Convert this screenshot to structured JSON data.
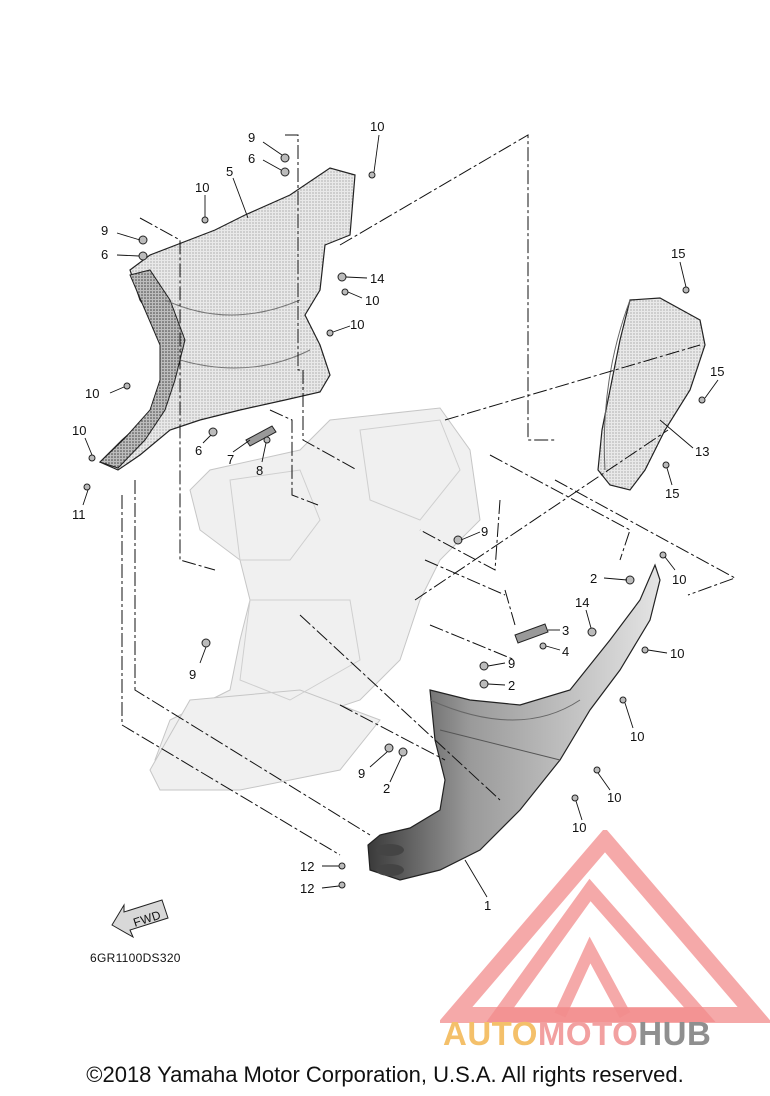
{
  "diagram": {
    "part_code": "6GR1100DS320",
    "fwd_label": "FWD",
    "callouts": [
      {
        "id": "c9a",
        "label": "9"
      },
      {
        "id": "c6a",
        "label": "6"
      },
      {
        "id": "c10a",
        "label": "10"
      },
      {
        "id": "c10b",
        "label": "10"
      },
      {
        "id": "c5",
        "label": "5"
      },
      {
        "id": "c9b",
        "label": "9"
      },
      {
        "id": "c6b",
        "label": "6"
      },
      {
        "id": "c14a",
        "label": "14"
      },
      {
        "id": "c10c",
        "label": "10"
      },
      {
        "id": "c10d",
        "label": "10"
      },
      {
        "id": "c15a",
        "label": "15"
      },
      {
        "id": "c15b",
        "label": "15"
      },
      {
        "id": "c13",
        "label": "13"
      },
      {
        "id": "c15c",
        "label": "15"
      },
      {
        "id": "c10e",
        "label": "10"
      },
      {
        "id": "c10f",
        "label": "10"
      },
      {
        "id": "c6c",
        "label": "6"
      },
      {
        "id": "c7",
        "label": "7"
      },
      {
        "id": "c8",
        "label": "8"
      },
      {
        "id": "c11",
        "label": "11"
      },
      {
        "id": "c9c",
        "label": "9"
      },
      {
        "id": "c2a",
        "label": "2"
      },
      {
        "id": "c10g",
        "label": "10"
      },
      {
        "id": "c14b",
        "label": "14"
      },
      {
        "id": "c3",
        "label": "3"
      },
      {
        "id": "c4",
        "label": "4"
      },
      {
        "id": "c10h",
        "label": "10"
      },
      {
        "id": "c9d",
        "label": "9"
      },
      {
        "id": "c9e",
        "label": "9"
      },
      {
        "id": "c2b",
        "label": "2"
      },
      {
        "id": "c10i",
        "label": "10"
      },
      {
        "id": "c9f",
        "label": "9"
      },
      {
        "id": "c2c",
        "label": "2"
      },
      {
        "id": "c10j",
        "label": "10"
      },
      {
        "id": "c10k",
        "label": "10"
      },
      {
        "id": "c12a",
        "label": "12"
      },
      {
        "id": "c12b",
        "label": "12"
      },
      {
        "id": "c1",
        "label": "1"
      }
    ]
  },
  "watermark": {
    "word_auto": "AUTO",
    "word_moto": "MOTO",
    "word_hub": "HUB",
    "colors": {
      "auto": "#f4c06a",
      "moto": "#f2a0a0",
      "hub": "#8f8f8f",
      "triangle": "#f28c8c"
    }
  },
  "footer": {
    "copyright": "©2018 Yamaha Motor Corporation, U.S.A. All rights reserved."
  }
}
